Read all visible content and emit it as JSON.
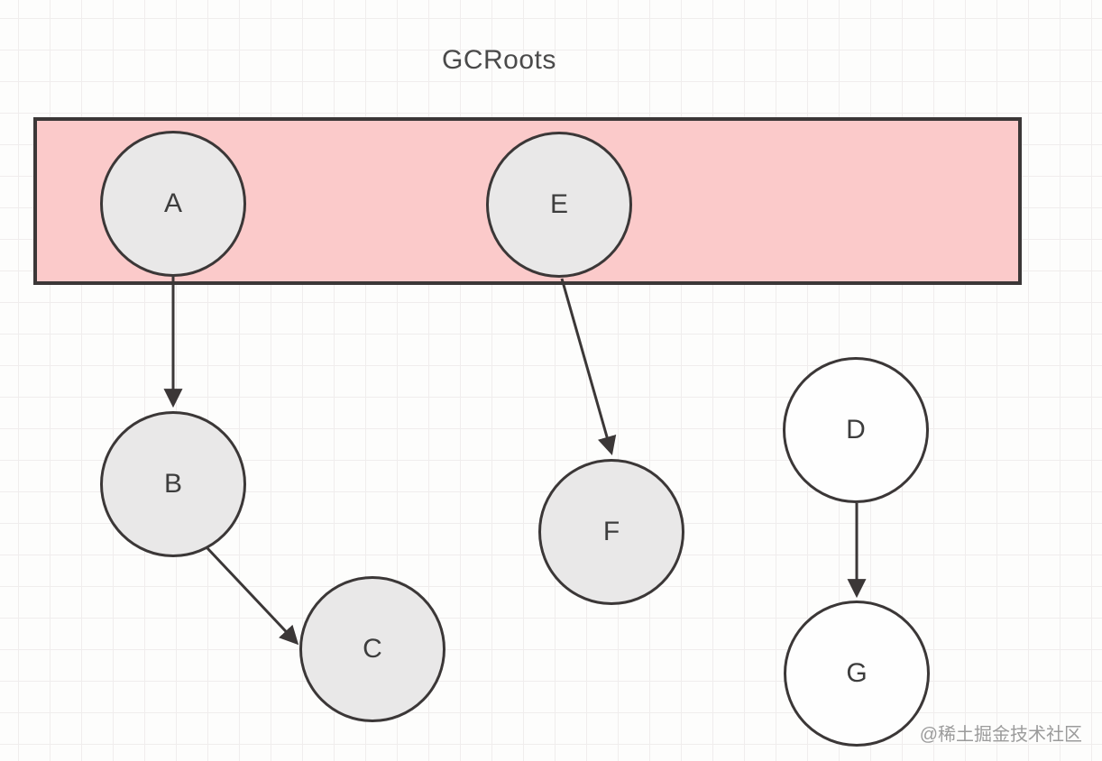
{
  "title": "GCRoots",
  "watermark": "@稀土掘金技术社区",
  "nodes": [
    {
      "id": "A",
      "label": "A",
      "area": "gc-roots",
      "fill": "gray"
    },
    {
      "id": "E",
      "label": "E",
      "area": "gc-roots",
      "fill": "gray"
    },
    {
      "id": "B",
      "label": "B",
      "area": "heap",
      "fill": "gray"
    },
    {
      "id": "C",
      "label": "C",
      "area": "heap",
      "fill": "gray"
    },
    {
      "id": "F",
      "label": "F",
      "area": "heap",
      "fill": "gray"
    },
    {
      "id": "D",
      "label": "D",
      "area": "heap",
      "fill": "white"
    },
    {
      "id": "G",
      "label": "G",
      "area": "heap",
      "fill": "white"
    }
  ],
  "edges": [
    {
      "from": "A",
      "to": "B"
    },
    {
      "from": "B",
      "to": "C"
    },
    {
      "from": "E",
      "to": "F"
    },
    {
      "from": "D",
      "to": "G"
    }
  ],
  "colors": {
    "root_area_fill": "#fbcaca",
    "gray_node_fill": "#e9e8e8",
    "white_node_fill": "#fefefe",
    "stroke": "#3b3737",
    "grid_line": "#f0eded",
    "title_color": "#4a4a4a",
    "watermark_color": "#9b9b9b"
  }
}
